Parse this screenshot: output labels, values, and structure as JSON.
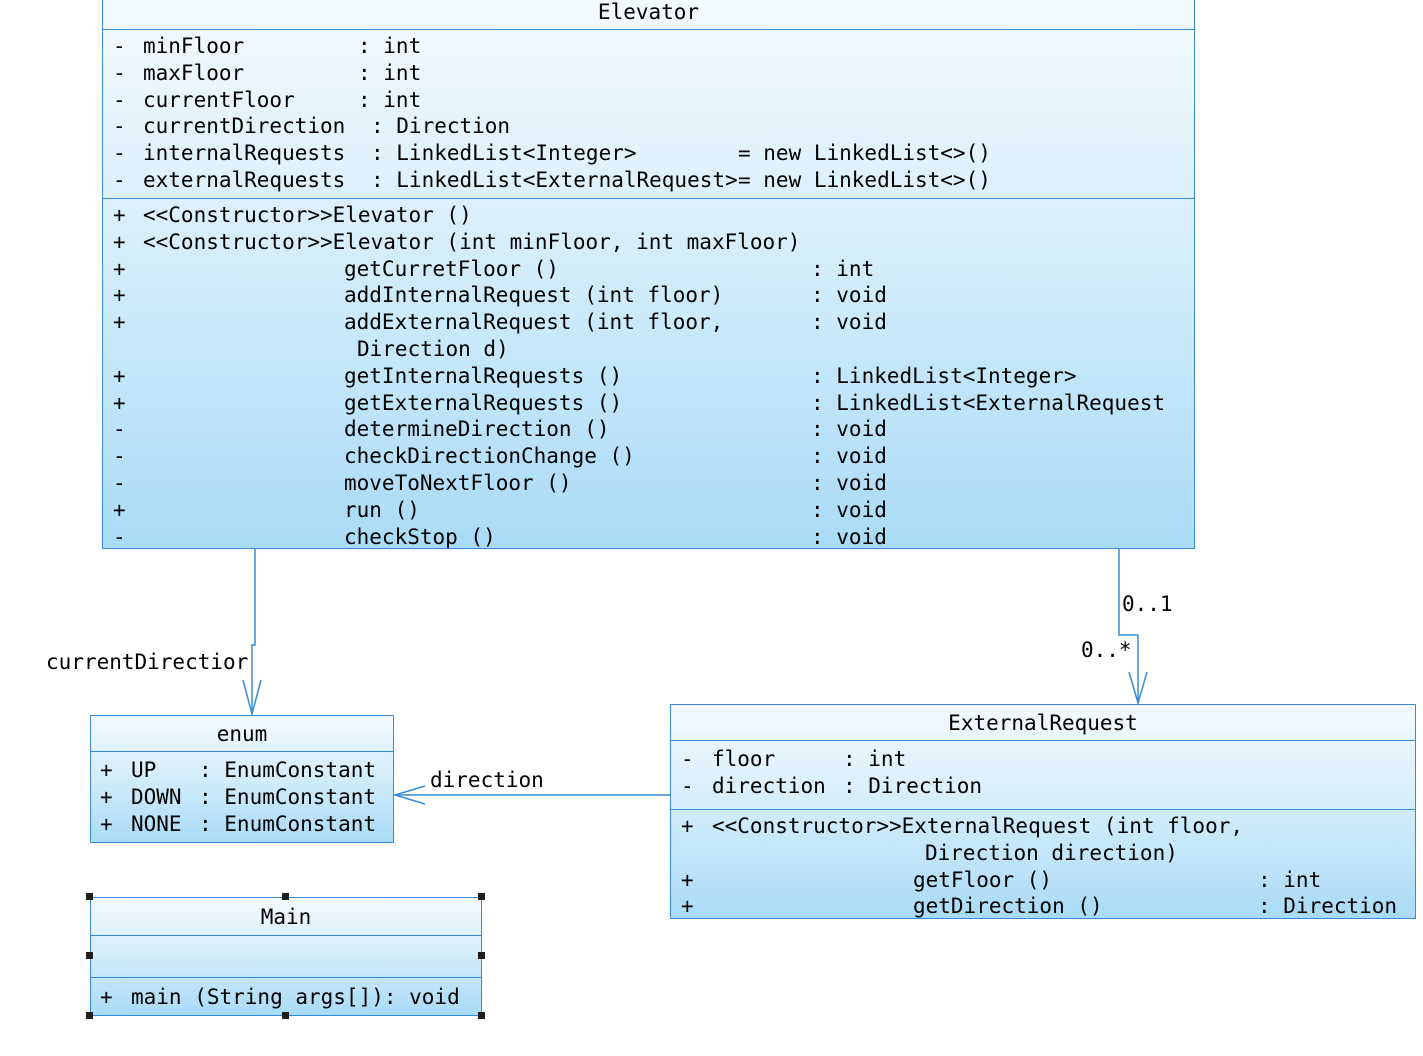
{
  "elevator": {
    "name": "Elevator",
    "attributes": [
      {
        "vis": "-",
        "name": "minFloor",
        "type": ": int",
        "init": ""
      },
      {
        "vis": "-",
        "name": "maxFloor",
        "type": ": int",
        "init": ""
      },
      {
        "vis": "-",
        "name": "currentFloor",
        "type": ": int",
        "init": ""
      },
      {
        "vis": "-",
        "name": "currentDirection",
        "type": ": Direction",
        "init": ""
      },
      {
        "vis": "-",
        "name": "internalRequests",
        "type": ": LinkedList<Integer>",
        "init": "= new LinkedList<>()"
      },
      {
        "vis": "-",
        "name": "externalRequests",
        "type": ": LinkedList<ExternalRequest>",
        "init": "= new LinkedList<>()"
      }
    ],
    "constructors": [
      {
        "vis": "+",
        "text": "<<Constructor>>Elevator ()"
      },
      {
        "vis": "+",
        "text": "<<Constructor>>Elevator (int minFloor, int maxFloor)"
      }
    ],
    "operations": [
      {
        "vis": "+",
        "name": "getCurretFloor ()",
        "ret": ": int",
        "cont": ""
      },
      {
        "vis": "+",
        "name": "addInternalRequest (int floor)",
        "ret": ": void",
        "cont": ""
      },
      {
        "vis": "+",
        "name": "addExternalRequest (int floor,",
        "ret": ": void",
        "cont": "Direction d)"
      },
      {
        "vis": "+",
        "name": "getInternalRequests ()",
        "ret": ": LinkedList<Integer>",
        "cont": ""
      },
      {
        "vis": "+",
        "name": "getExternalRequests ()",
        "ret": ": LinkedList<ExternalRequest",
        "cont": ""
      },
      {
        "vis": "-",
        "name": "determineDirection ()",
        "ret": ": void",
        "cont": ""
      },
      {
        "vis": "-",
        "name": "checkDirectionChange ()",
        "ret": ": void",
        "cont": ""
      },
      {
        "vis": "-",
        "name": "moveToNextFloor ()",
        "ret": ": void",
        "cont": ""
      },
      {
        "vis": "+",
        "name": "run ()",
        "ret": ": void",
        "cont": ""
      },
      {
        "vis": "-",
        "name": "checkStop ()",
        "ret": ": void",
        "cont": ""
      }
    ]
  },
  "enum": {
    "name": "enum",
    "literals": [
      {
        "vis": "+",
        "name": "UP",
        "type": ": EnumConstant"
      },
      {
        "vis": "+",
        "name": "DOWN",
        "type": ": EnumConstant"
      },
      {
        "vis": "+",
        "name": "NONE",
        "type": ": EnumConstant"
      }
    ]
  },
  "external_request": {
    "name": "ExternalRequest",
    "attributes": [
      {
        "vis": "-",
        "name": "floor",
        "type": ": int"
      },
      {
        "vis": "-",
        "name": "direction",
        "type": ": Direction"
      }
    ],
    "constructor": {
      "vis": "+",
      "text": "<<Constructor>>ExternalRequest (int floor,",
      "cont": "Direction direction)"
    },
    "operations": [
      {
        "vis": "+",
        "name": "getFloor ()",
        "ret": ": int"
      },
      {
        "vis": "+",
        "name": "getDirection ()",
        "ret": ": Direction"
      }
    ]
  },
  "main_class": {
    "name": "Main",
    "operations": [
      {
        "vis": "+",
        "text": "main (String args[]): void"
      }
    ]
  },
  "associations": {
    "current_direction_label": "currentDirectior",
    "direction_label": "direction",
    "multiplicity_source": "0..1",
    "multiplicity_target": "0..*"
  },
  "colors": {
    "border": "#3a8bd6",
    "fill_top": "#f3faff",
    "fill_bottom": "#a9dbf6",
    "line": "#3a8bd6"
  }
}
